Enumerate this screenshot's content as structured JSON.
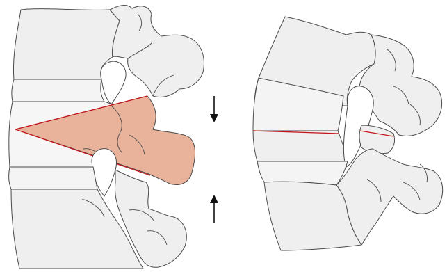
{
  "figure": {
    "panels": [
      "before-correction",
      "after-correction"
    ],
    "direction_arrows": [
      "down",
      "up"
    ]
  },
  "colors": {
    "background": "#ffffff",
    "bone_fill": "#efefef",
    "bone_outline": "#4a4a4a",
    "disc_fill": "#f4f4f4",
    "resection_wedge": "#e8b29b",
    "osteotomy_line": "#c4161c",
    "arrow": "#111111"
  },
  "icons": {
    "top_arrow": "arrow-down-icon",
    "bottom_arrow": "arrow-up-icon"
  }
}
